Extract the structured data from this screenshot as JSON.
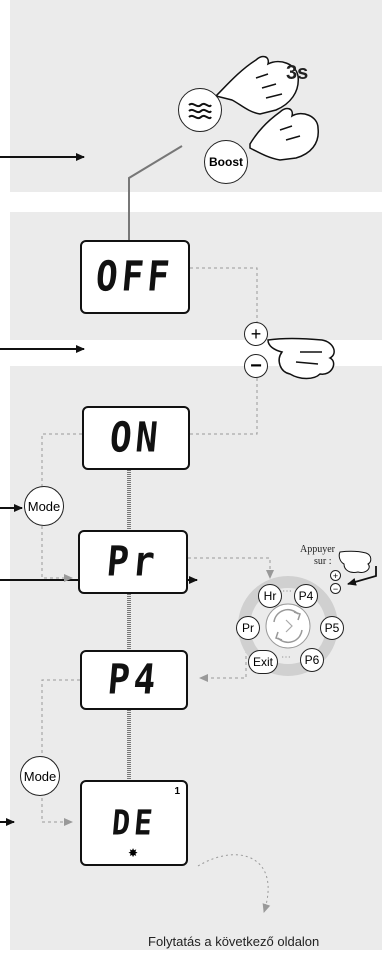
{
  "top_panel": {
    "hold_label": "3s",
    "boost_label": "Boost"
  },
  "screens": {
    "off": "OFF",
    "on": "ON",
    "pr": "Pr",
    "p4": "P4",
    "de": "DE",
    "de_superscript": "1",
    "de_symbol": "✸"
  },
  "buttons": {
    "plus": "+",
    "minus": "−",
    "mode": "Mode"
  },
  "cycle": {
    "items": [
      "Hr",
      "P4",
      "P5",
      "P6",
      "Exit",
      "Pr"
    ]
  },
  "hint": {
    "line1": "Appuyer",
    "line2": "sur :"
  },
  "footer": {
    "continue": "Folytatás a következő oldalon"
  }
}
